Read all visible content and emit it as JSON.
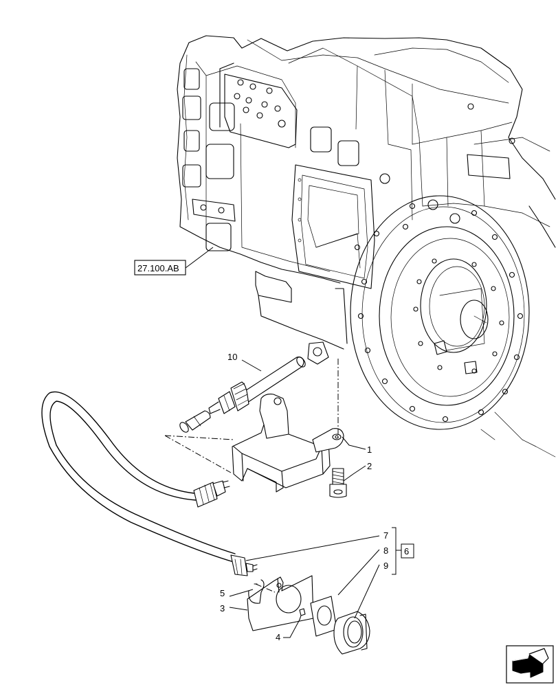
{
  "callouts": {
    "c1": "1",
    "c2": "2",
    "c3": "3",
    "c4": "4",
    "c5": "5",
    "c6": "6",
    "c7": "7",
    "c8": "8",
    "c9": "9",
    "c10": "10"
  },
  "reference": "27.100.AB",
  "icons": {
    "corner": "nav-arrow-icon"
  }
}
